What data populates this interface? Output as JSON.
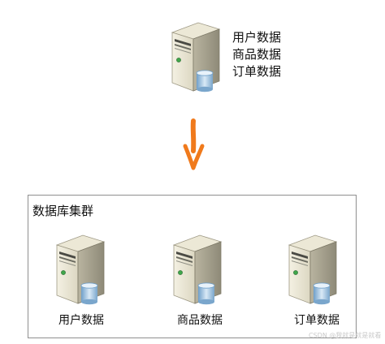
{
  "source_server": {
    "icon": "database-server-icon",
    "labels": [
      "用户数据",
      "商品数据",
      "订单数据"
    ]
  },
  "arrow": {
    "icon": "arrow-down-icon",
    "color": "#f07a1c"
  },
  "cluster": {
    "title": "数据库集群",
    "nodes": [
      {
        "icon": "database-server-icon",
        "label": "用户数据"
      },
      {
        "icon": "database-server-icon",
        "label": "商品数据"
      },
      {
        "icon": "database-server-icon",
        "label": "订单数据"
      }
    ]
  },
  "watermark": "CSDN @我就是就是就看"
}
